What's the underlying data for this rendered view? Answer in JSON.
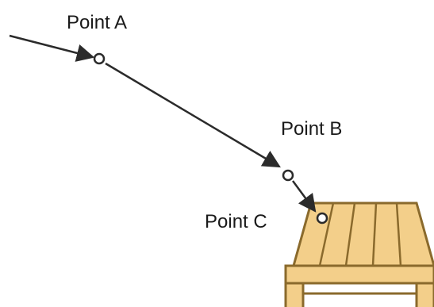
{
  "points": {
    "a": {
      "label": "Point A"
    },
    "b": {
      "label": "Point B"
    },
    "c": {
      "label": "Point C"
    }
  },
  "colors": {
    "path": "#2b2b2b",
    "marker_fill": "#ffffff",
    "table_fill": "#f3cf8a",
    "table_stroke": "#8a6a2c",
    "table_dark": "#c9a054"
  },
  "icons": {
    "table": "wooden-table-icon"
  }
}
